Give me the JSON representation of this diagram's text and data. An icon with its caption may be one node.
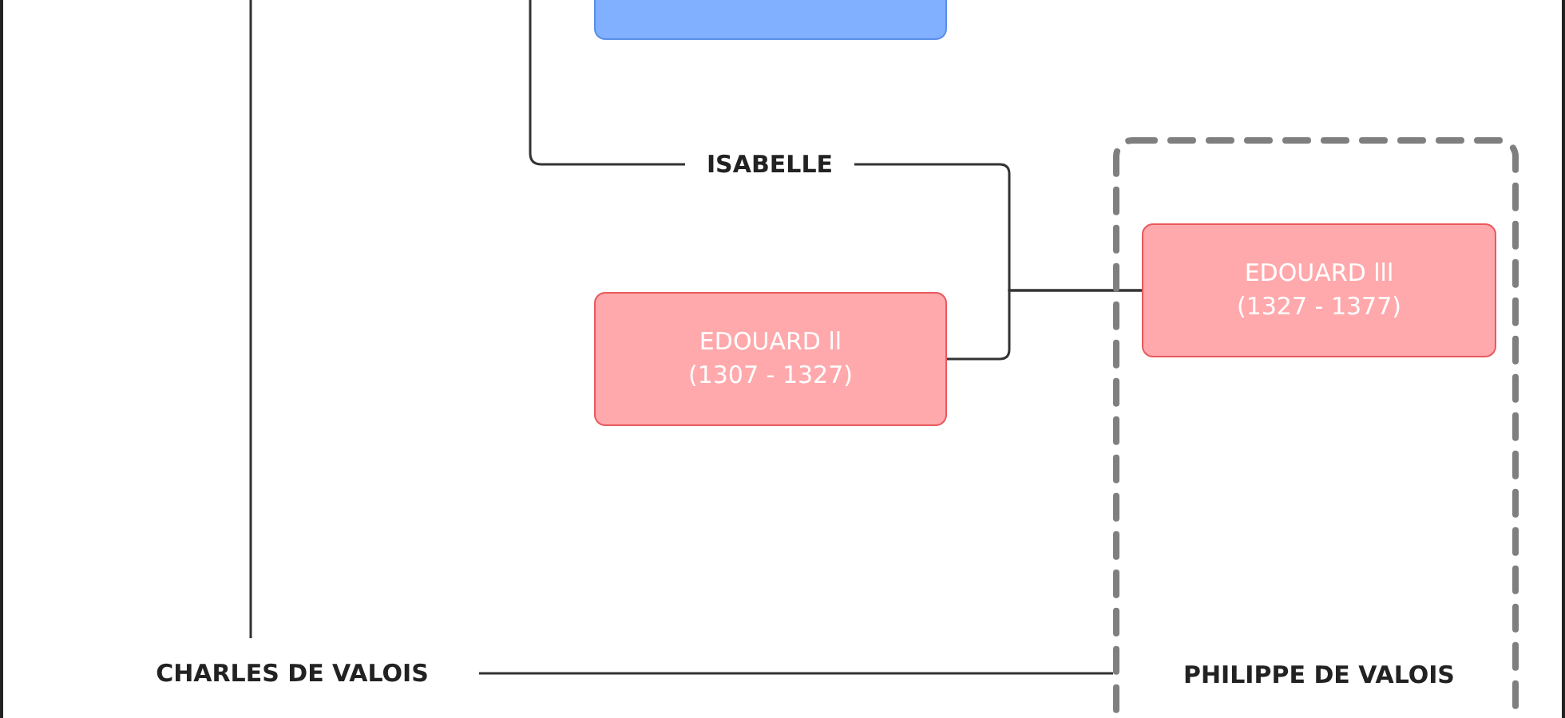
{
  "diagram": {
    "nodes": [
      {
        "text": [],
        "shape": "box"
      },
      {
        "text": [
          "ISABELLE"
        ]
      },
      {
        "text": [
          "EDOUARD ll",
          "(1307 - 1327)"
        ]
      },
      {
        "text": [],
        "shape": "box"
      },
      {
        "text": [
          "EDOUARD lll",
          "(1327 - 1377)"
        ],
        "in": 3
      },
      {
        "text": [
          "PHILIPPE DE VALOIS"
        ],
        "in": 3
      },
      {
        "text": [
          "CHARLES DE VALOIS"
        ]
      }
    ],
    "edges": [
      {
        "from": null,
        "to": 6,
        "arrow": "none"
      },
      {
        "from": null,
        "to": 1,
        "arrow": "none"
      },
      {
        "from": 1,
        "to": 4,
        "arrow": "none"
      },
      {
        "from": 2,
        "to": 4,
        "arrow": "none"
      },
      {
        "from": 6,
        "to": 3,
        "arrow": "none"
      }
    ]
  }
}
